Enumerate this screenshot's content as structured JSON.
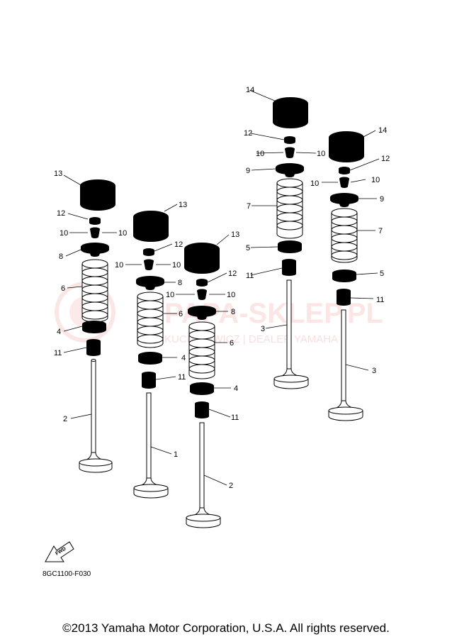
{
  "diagram": {
    "part_code": "8GC1100-F030",
    "copyright": "©2013 Yamaha Motor Corporation, U.S.A. All rights reserved.",
    "fwd_label": "FWD",
    "watermark": {
      "main": "PAPA-SKLEP.PL",
      "sub": "KUCINKOWICZ | DEALER YAMAHA"
    },
    "callouts": {
      "n1": "1",
      "n2": "2",
      "n3": "3",
      "n4": "4",
      "n5": "5",
      "n6": "6",
      "n7": "7",
      "n8": "8",
      "n9": "9",
      "n10": "10",
      "n11": "11",
      "n12": "12",
      "n13": "13",
      "n14": "14"
    }
  }
}
